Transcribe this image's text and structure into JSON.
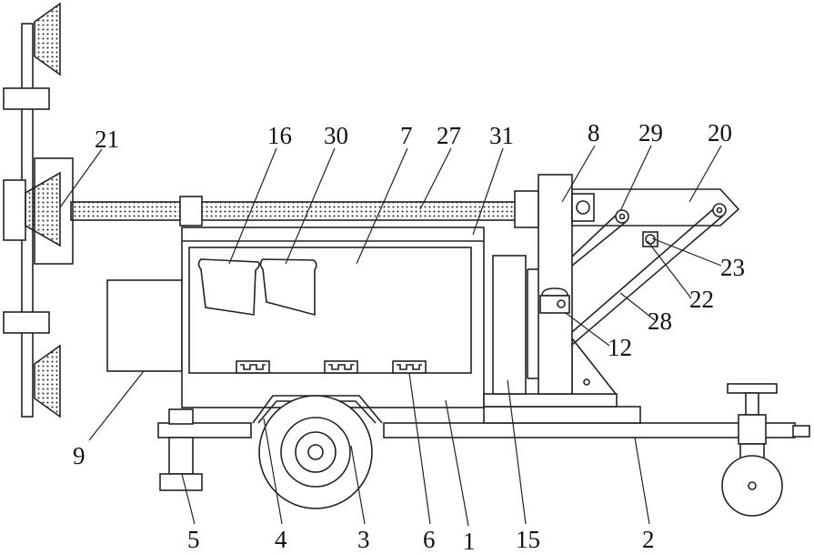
{
  "labels": [
    {
      "id": "21",
      "text": "21"
    },
    {
      "id": "16",
      "text": "16"
    },
    {
      "id": "30",
      "text": "30"
    },
    {
      "id": "7",
      "text": "7"
    },
    {
      "id": "27",
      "text": "27"
    },
    {
      "id": "31",
      "text": "31"
    },
    {
      "id": "8",
      "text": "8"
    },
    {
      "id": "29",
      "text": "29"
    },
    {
      "id": "20",
      "text": "20"
    },
    {
      "id": "23",
      "text": "23"
    },
    {
      "id": "22",
      "text": "22"
    },
    {
      "id": "28",
      "text": "28"
    },
    {
      "id": "12",
      "text": "12"
    },
    {
      "id": "9",
      "text": "9"
    },
    {
      "id": "5",
      "text": "5"
    },
    {
      "id": "4",
      "text": "4"
    },
    {
      "id": "3",
      "text": "3"
    },
    {
      "id": "6",
      "text": "6"
    },
    {
      "id": "1",
      "text": "1"
    },
    {
      "id": "15",
      "text": "15"
    },
    {
      "id": "2",
      "text": "2"
    }
  ]
}
